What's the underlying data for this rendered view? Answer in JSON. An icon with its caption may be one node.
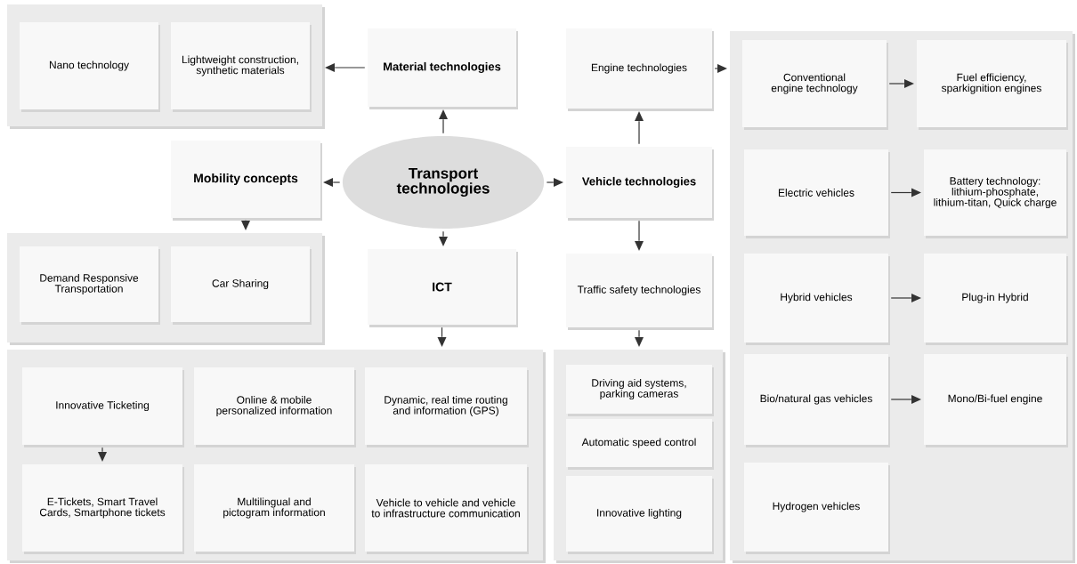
{
  "diagram": {
    "nodes": [
      {
        "text": [],
        "shape": "box"
      },
      {
        "text": [
          "Nano technology"
        ],
        "in": 0
      },
      {
        "text": [
          "Lightweight construction, synthetic materials"
        ],
        "in": 0
      },
      {
        "text": [
          "Material technologies"
        ]
      },
      {
        "text": [
          "Engine technologies"
        ]
      },
      {
        "text": [],
        "shape": "box"
      },
      {
        "text": [
          "Conventional engine technology"
        ],
        "in": 5
      },
      {
        "text": [
          "Fuel efficiency, sparkignition engines"
        ],
        "in": 5
      },
      {
        "text": [
          "Mobility concepts"
        ]
      },
      {
        "text": [
          "Transport technologies"
        ]
      },
      {
        "text": [
          "Vehicle technologies"
        ]
      },
      {
        "text": [
          "Electric vehicles"
        ],
        "in": 5
      },
      {
        "text": [
          "Battery technology: lithium-phosphate, lithium-titan, Quick charge"
        ],
        "in": 5
      },
      {
        "text": [],
        "shape": "box"
      },
      {
        "text": [
          "Demand Responsive Transportation"
        ],
        "in": 13
      },
      {
        "text": [
          "Car Sharing"
        ],
        "in": 13
      },
      {
        "text": [
          "ICT"
        ]
      },
      {
        "text": [
          "Traffic safety technologies"
        ]
      },
      {
        "text": [
          "Hybrid vehicles"
        ],
        "in": 5
      },
      {
        "text": [
          "Plug-in Hybrid"
        ],
        "in": 5
      },
      {
        "text": [],
        "shape": "box"
      },
      {
        "text": [
          "Innovative Ticketing"
        ],
        "in": 20
      },
      {
        "text": [
          "Online & mobile personalized information"
        ],
        "in": 20
      },
      {
        "text": [
          "Dynamic, real time routing and information (GPS)"
        ],
        "in": 20
      },
      {
        "text": [
          "E-Tickets, Smart Travel Cards, Smartphone tickets"
        ],
        "in": 20
      },
      {
        "text": [
          "Multilingual and pictogram information"
        ],
        "in": 20
      },
      {
        "text": [
          "Vehicle to vehicle and vehicle to infrastructure communication"
        ],
        "in": 20
      },
      {
        "text": [],
        "shape": "box"
      },
      {
        "text": [
          "Driving aid systems, parking cameras"
        ],
        "in": 27
      },
      {
        "text": [
          "Automatic speed control"
        ],
        "in": 27
      },
      {
        "text": [
          "Innovative lighting"
        ],
        "in": 27
      },
      {
        "text": [
          "Bio/natural gas vehicles"
        ],
        "in": 5
      },
      {
        "text": [
          "Mono/Bi-fuel engine"
        ],
        "in": 5
      },
      {
        "text": [
          "Hydrogen vehicles"
        ],
        "in": 5
      }
    ],
    "edges": [
      {
        "from": 3,
        "to": 0,
        "arrow": "to"
      },
      {
        "from": 4,
        "to": 5,
        "arrow": "to"
      },
      {
        "from": 6,
        "to": 7,
        "arrow": "to"
      },
      {
        "from": 9,
        "to": 3,
        "arrow": "to"
      },
      {
        "from": 9,
        "to": 8,
        "arrow": "to"
      },
      {
        "from": 9,
        "to": 10,
        "arrow": "to"
      },
      {
        "from": 9,
        "to": 16,
        "arrow": "to"
      },
      {
        "from": 10,
        "to": 4,
        "arrow": "to"
      },
      {
        "from": 10,
        "to": 17,
        "arrow": "to"
      },
      {
        "from": 8,
        "to": 13,
        "arrow": "to"
      },
      {
        "from": 11,
        "to": 12,
        "arrow": "to"
      },
      {
        "from": 16,
        "to": 20,
        "arrow": "to"
      },
      {
        "from": 17,
        "to": 27,
        "arrow": "to"
      },
      {
        "from": 18,
        "to": 19,
        "arrow": "to"
      },
      {
        "from": 21,
        "to": 24,
        "arrow": "to"
      },
      {
        "from": 31,
        "to": 32,
        "arrow": "to"
      }
    ]
  }
}
